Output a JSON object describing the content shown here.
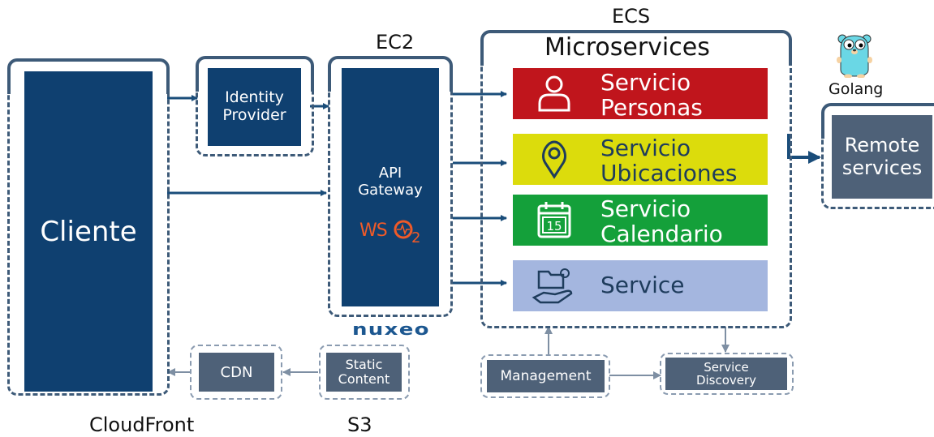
{
  "labels": {
    "ec2": "EC2",
    "ecs": "ECS",
    "microservices": "Microservices",
    "cloudfront": "CloudFront",
    "s3": "S3",
    "golang": "Golang",
    "nuxeo": "nuxeo"
  },
  "boxes": {
    "cliente": "Cliente",
    "identity_provider": [
      "Identity",
      "Provider"
    ],
    "api_gateway": [
      "API",
      "Gateway"
    ],
    "wso2": "WSO2",
    "cdn": "CDN",
    "static_content": [
      "Static",
      "Content"
    ],
    "management": "Management",
    "service_discovery": [
      "Service",
      "Discovery"
    ],
    "remote_services": [
      "Remote",
      "services"
    ]
  },
  "services": [
    {
      "line1": "Servicio",
      "line2": "Personas",
      "color": "#c0151c",
      "text_color": "#ffffff",
      "icon": "person-icon"
    },
    {
      "line1": "Servicio",
      "line2": "Ubicaciones",
      "color": "#dcdc0c",
      "text_color": "#1e3c5c",
      "icon": "location-pin-icon"
    },
    {
      "line1": "Servicio",
      "line2": "Calendario",
      "color": "#14a03a",
      "text_color": "#ffffff",
      "icon": "calendar-icon"
    },
    {
      "line1": "Service",
      "line2": "",
      "color": "#a4b6df",
      "text_color": "#1e3c5c",
      "icon": "hand-folder-icon"
    }
  ],
  "calendar_day": "15",
  "colors": {
    "navy": "#0f4070",
    "slate": "#4e6178",
    "frame": "#3d5a78",
    "arrow": "#1a4d7a",
    "wso2_orange": "#f05a28"
  }
}
